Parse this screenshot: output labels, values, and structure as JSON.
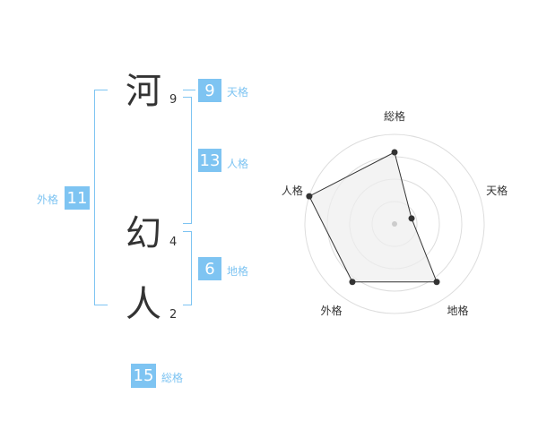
{
  "name": {
    "chars": [
      {
        "char": "河",
        "strokes": "9"
      },
      {
        "char": "幻",
        "strokes": "4"
      },
      {
        "char": "人",
        "strokes": "2"
      }
    ]
  },
  "grid": {
    "ten": {
      "value": "9",
      "label": "天格"
    },
    "jin": {
      "value": "13",
      "label": "人格"
    },
    "chi": {
      "value": "6",
      "label": "地格"
    },
    "gai": {
      "value": "11",
      "label": "外格"
    },
    "sou": {
      "value": "15",
      "label": "総格"
    }
  },
  "chart_data": {
    "type": "radar",
    "axes": [
      "総格",
      "天格",
      "地格",
      "外格",
      "人格"
    ],
    "values": [
      0.8,
      0.2,
      0.8,
      0.8,
      1.0
    ],
    "max": 1.0,
    "rings": 4,
    "colors": {
      "fill": "#eeeeee",
      "ring": "#dddddd",
      "stroke": "#333333",
      "point": "#333333"
    }
  }
}
